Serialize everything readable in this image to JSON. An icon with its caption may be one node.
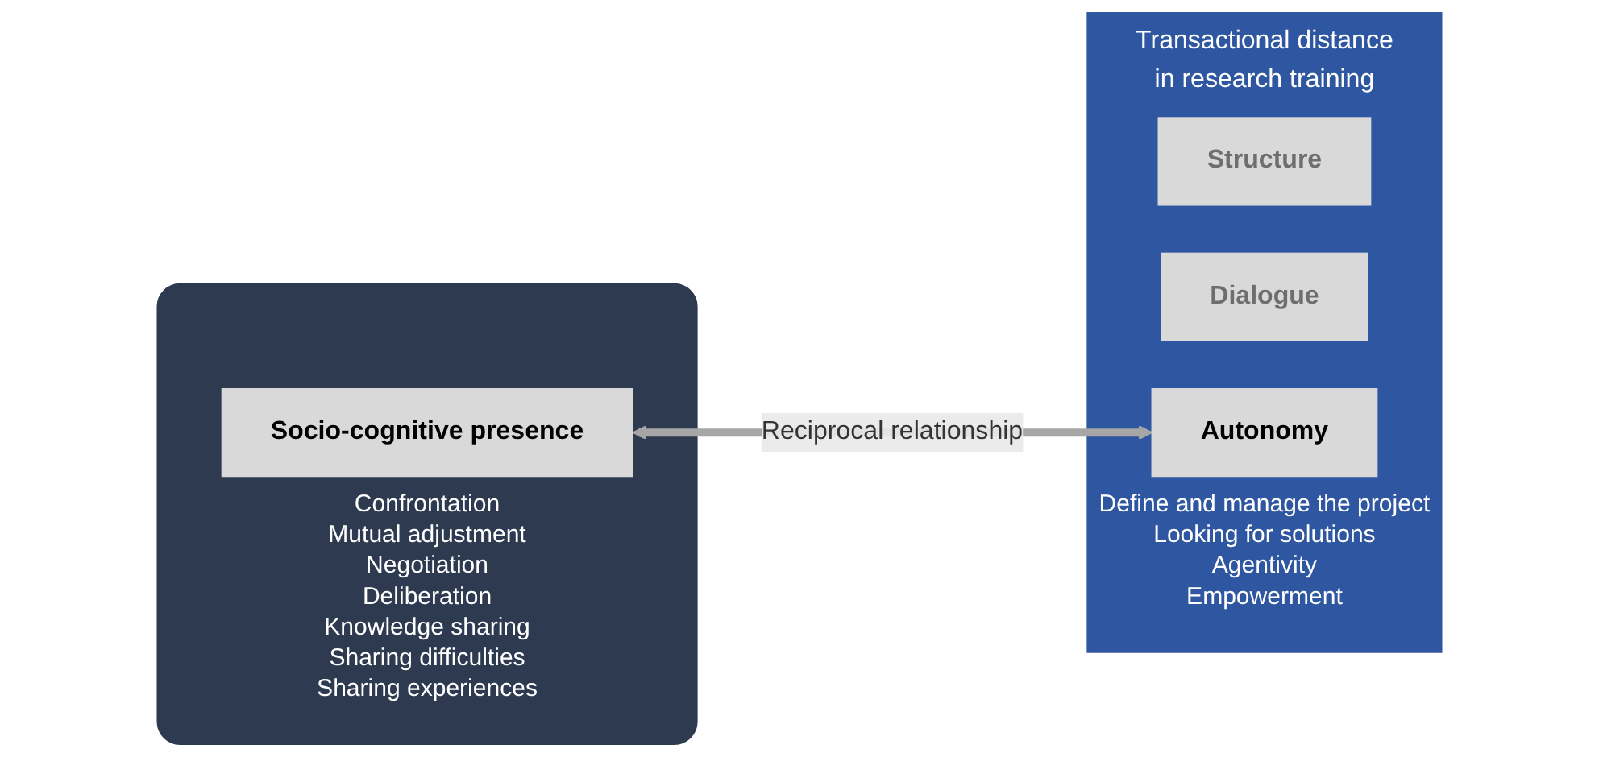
{
  "diagram": {
    "nodes": [
      {
        "text": [],
        "shape": "box"
      },
      {
        "text": [
          "Socio-cognitive presence"
        ],
        "in": 0,
        "beside": [
          "Confrontation",
          "Mutual adjustment",
          "Negotiation",
          "Deliberation",
          "Knowledge sharing",
          "Sharing difficulties",
          "Sharing experiences"
        ]
      },
      {
        "text": [
          "Transactional distance in research training"
        ]
      },
      {
        "text": [
          "Structure"
        ],
        "in": 2
      },
      {
        "text": [
          "Dialogue"
        ],
        "in": 2
      },
      {
        "text": [
          "Autonomy"
        ],
        "in": 2,
        "beside": [
          "Define and manage the project",
          "Looking for solutions",
          "Agentivity",
          "Empowerment"
        ]
      }
    ],
    "edges": [
      {
        "from": 1,
        "to": 5,
        "arrow": "both",
        "label": "Reciprocal relationship",
        "color": "#a6a6a6"
      }
    ]
  }
}
